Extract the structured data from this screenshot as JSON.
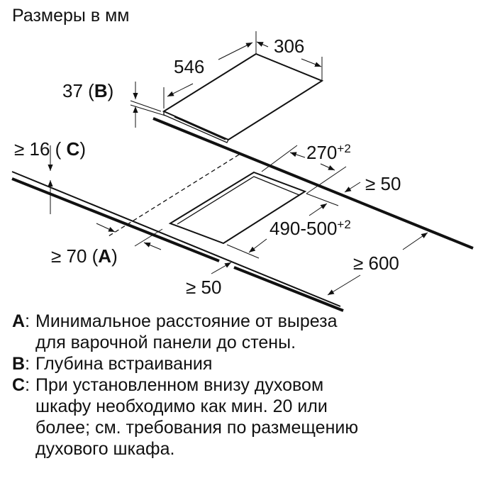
{
  "title": "Размеры в мм",
  "dimensions": {
    "hob_width": "546",
    "hob_depth": "306",
    "depth_b": "37 (",
    "depth_b_key": "B",
    "depth_b_close": ")",
    "gap_c": "≥ 16 ( ",
    "gap_c_key": "C",
    "gap_c_close": ")",
    "cutout_depth": "270",
    "cutout_depth_tol": "+2",
    "back_gap": "≥ 50",
    "cutout_width": "490-500",
    "cutout_width_tol": "+2",
    "counter_depth": "≥ 600",
    "wall_gap_a": "≥ 70 (",
    "wall_gap_a_key": "A",
    "wall_gap_a_close": ")",
    "front_gap": "≥ 50"
  },
  "notes": [
    {
      "key": "A",
      "text": "Минимальное расстояние от выреза\nдля варочной панели до стены."
    },
    {
      "key": "B",
      "text": "Глубина встраивания"
    },
    {
      "key": "C",
      "text": "При установленном внизу духовом\nшкафу необходимо как мин. 20 или\nболее; см. требования по размещению\nдухового шкафа."
    }
  ]
}
